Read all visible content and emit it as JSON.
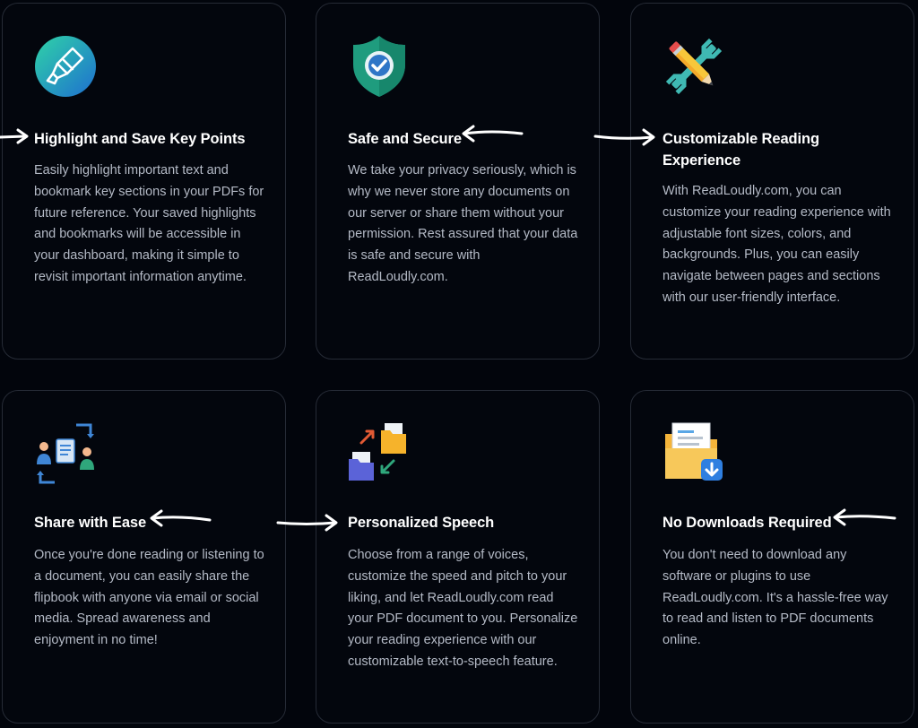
{
  "features": [
    {
      "icon": "highlighter-icon",
      "title": "Highlight and Save Key Points",
      "description": "Easily highlight important text and bookmark key sections in your PDFs for future reference. Your saved highlights and bookmarks will be accessible in your dashboard, making it simple to revisit important information anytime."
    },
    {
      "icon": "shield-check-icon",
      "title": "Safe and Secure",
      "description": "We take your privacy seriously, which is why we never store any documents on our server or share them without your permission. Rest assured that your data is safe and secure with ReadLoudly.com."
    },
    {
      "icon": "pencil-wrench-icon",
      "title": "Customizable Reading Experience",
      "description": "With ReadLoudly.com, you can customize your reading experience with adjustable font sizes, colors, and backgrounds. Plus, you can easily navigate between pages and sections with our user-friendly interface."
    },
    {
      "icon": "share-document-icon",
      "title": "Share with Ease",
      "description": "Once you're done reading or listening to a document, you can easily share the flipbook with anyone via email or social media. Spread awareness and enjoyment in no time!"
    },
    {
      "icon": "folder-exchange-icon",
      "title": "Personalized Speech",
      "description": "Choose from a range of voices, customize the speed and pitch to your liking, and let ReadLoudly.com read your PDF document to you. Personalize your reading experience with our customizable text-to-speech feature."
    },
    {
      "icon": "folder-download-icon",
      "title": "No Downloads Required",
      "description": "You don't need to download any software or plugins to use ReadLoudly.com. It's a hassle-free way to read and listen to PDF documents online."
    }
  ],
  "colors": {
    "background": "#02050c",
    "card_border": "#262b36",
    "title": "#ffffff",
    "body_text": "#b4bac6"
  }
}
